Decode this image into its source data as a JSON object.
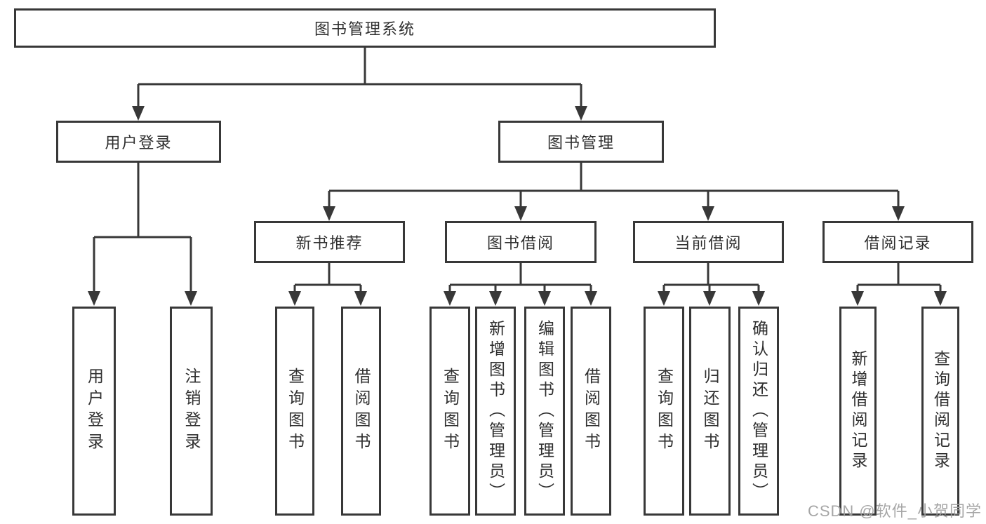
{
  "tree": {
    "root": {
      "label": "图书管理系统"
    },
    "branches": [
      {
        "label": "用户登录",
        "children": [
          {
            "label": "用户登录"
          },
          {
            "label": "注销登录"
          }
        ]
      },
      {
        "label": "图书管理",
        "children": [
          {
            "label": "新书推荐",
            "children": [
              {
                "label": "查询图书"
              },
              {
                "label": "借阅图书"
              }
            ]
          },
          {
            "label": "图书借阅",
            "children": [
              {
                "label": "查询图书"
              },
              {
                "label": "新增图书（管理员）"
              },
              {
                "label": "编辑图书（管理员）"
              },
              {
                "label": "借阅图书"
              }
            ]
          },
          {
            "label": "当前借阅",
            "children": [
              {
                "label": "查询图书"
              },
              {
                "label": "归还图书"
              },
              {
                "label": "确认归还（管理员）"
              }
            ]
          },
          {
            "label": "借阅记录",
            "children": [
              {
                "label": "新增借阅记录"
              },
              {
                "label": "查询借阅记录"
              }
            ]
          }
        ]
      }
    ]
  },
  "watermark": "CSDN @软件_小贺同学",
  "colors": {
    "line": "#383838",
    "box_border": "#383838",
    "text": "#2f2f2f",
    "watermark": "#9e9e9e",
    "background": "#ffffff"
  }
}
